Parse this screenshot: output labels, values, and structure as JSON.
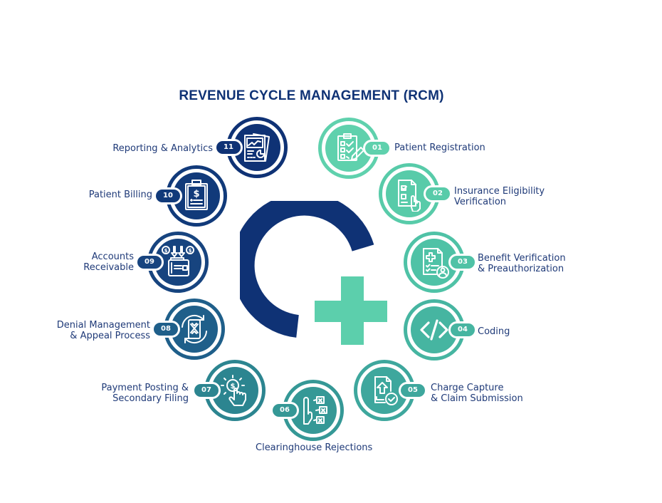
{
  "title": "REVENUE CYCLE MANAGEMENT (RCM)",
  "colors": {
    "navy": "#0f3275",
    "navy_mid": "#17447f",
    "teal_light": "#5ccfac",
    "teal_mid": "#3fb39c",
    "teal_dark": "#2b8a8c",
    "text": "#1f3a78"
  },
  "center_logo": {
    "ring_color": "#0f3275",
    "plus_color": "#5ccfac",
    "ring_icon": "open-circle-logo-icon",
    "plus_icon": "medical-plus-icon"
  },
  "steps": [
    {
      "number": "01",
      "label_line1": "Patient Registration",
      "label_line2": "",
      "icon": "clipboard-checklist-icon",
      "color": "#5fd1ad"
    },
    {
      "number": "02",
      "label_line1": "Insurance Eligibility",
      "label_line2": "Verification",
      "icon": "document-checkbox-hand-icon",
      "color": "#58cba9"
    },
    {
      "number": "03",
      "label_line1": "Benefit Verification",
      "label_line2": "& Preauthorization",
      "icon": "medical-document-user-icon",
      "color": "#4fc2a6"
    },
    {
      "number": "04",
      "label_line1": "Coding",
      "label_line2": "",
      "icon": "code-brackets-icon",
      "color": "#46b5a1"
    },
    {
      "number": "05",
      "label_line1": "Charge Capture",
      "label_line2": "& Claim Submission",
      "icon": "document-upload-check-icon",
      "color": "#3ea79d"
    },
    {
      "number": "06",
      "label_line1": "Clearinghouse Rejections",
      "label_line2": "",
      "icon": "hand-stop-rejections-icon",
      "color": "#359896"
    },
    {
      "number": "07",
      "label_line1": "Payment Posting &",
      "label_line2": "Secondary Filing",
      "icon": "dollar-coin-click-icon",
      "color": "#2c8590"
    },
    {
      "number": "08",
      "label_line1": "Denial Management",
      "label_line2": "& Appeal Process",
      "icon": "document-x-cycle-icon",
      "color": "#1f5f8a"
    },
    {
      "number": "09",
      "label_line1": "Accounts",
      "label_line2": "Receivable",
      "icon": "wallet-dollar-icon",
      "color": "#17447f"
    },
    {
      "number": "10",
      "label_line1": "Patient Billing",
      "label_line2": "",
      "icon": "clipboard-dollar-icon",
      "color": "#113a7a"
    },
    {
      "number": "11",
      "label_line1": "Reporting & Analytics",
      "label_line2": "",
      "icon": "analytics-report-icon",
      "color": "#0f3275"
    }
  ]
}
